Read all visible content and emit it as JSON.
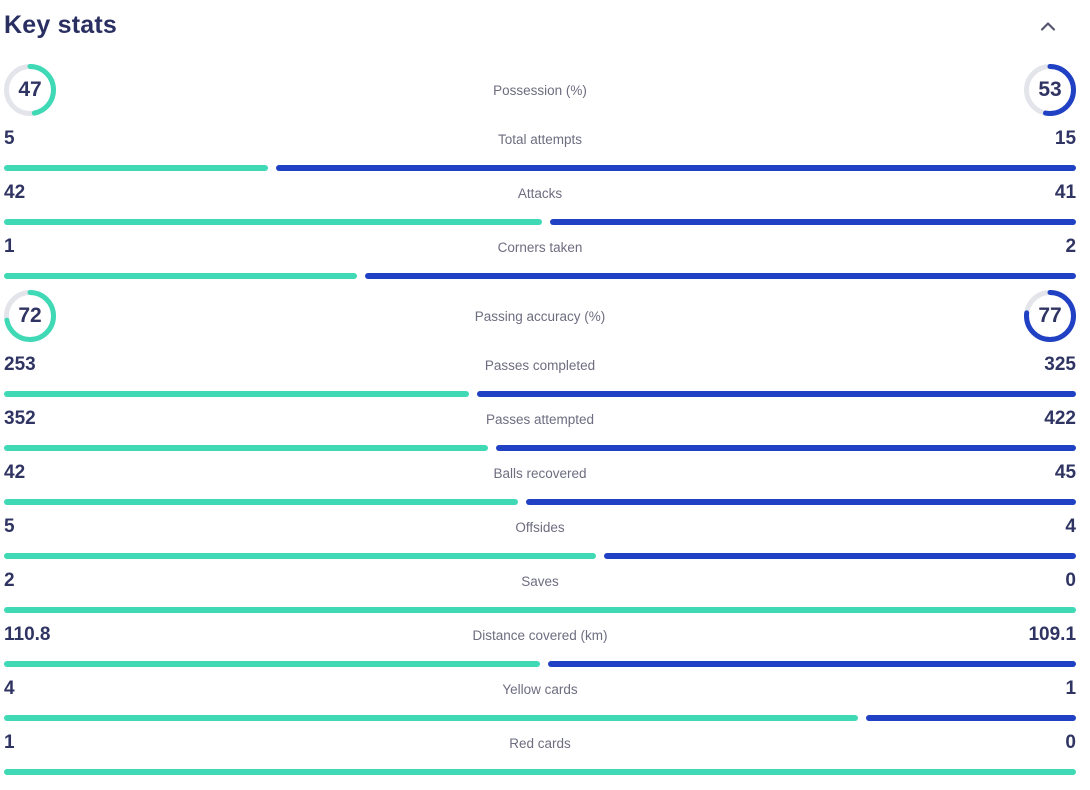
{
  "header": {
    "title": "Key stats",
    "collapse_icon": "chevron-up"
  },
  "colors": {
    "home": "#3fd9b6",
    "away": "#2041c4",
    "ring_track": "#e3e5ea",
    "value_text": "#303463",
    "title_text": "#2a2f62",
    "label_text": "#6d6d80",
    "chevron": "#565672"
  },
  "chart_data": {
    "type": "bar",
    "note": "head-to-head match stats, home (teal, left) vs away (blue, right); ring = circular percentage gauge, bar = proportional split bar",
    "series": [
      {
        "name": "home",
        "values": [
          47,
          5,
          42,
          1,
          72,
          253,
          352,
          42,
          5,
          2,
          110.8,
          4,
          1
        ]
      },
      {
        "name": "away",
        "values": [
          53,
          15,
          41,
          2,
          77,
          325,
          422,
          45,
          4,
          0,
          109.1,
          1,
          0
        ]
      }
    ],
    "categories": [
      "Possession (%)",
      "Total attempts",
      "Attacks",
      "Corners taken",
      "Passing accuracy (%)",
      "Passes completed",
      "Passes attempted",
      "Balls recovered",
      "Offsides",
      "Saves",
      "Distance covered (km)",
      "Yellow cards",
      "Red cards"
    ]
  },
  "stats": [
    {
      "label": "Possession (%)",
      "type": "ring",
      "home": 47,
      "away": 53
    },
    {
      "label": "Total attempts",
      "type": "bar",
      "home": 5,
      "away": 15
    },
    {
      "label": "Attacks",
      "type": "bar",
      "home": 42,
      "away": 41
    },
    {
      "label": "Corners taken",
      "type": "bar",
      "home": 1,
      "away": 2
    },
    {
      "label": "Passing accuracy (%)",
      "type": "ring",
      "home": 72,
      "away": 77
    },
    {
      "label": "Passes completed",
      "type": "bar",
      "home": 253,
      "away": 325
    },
    {
      "label": "Passes attempted",
      "type": "bar",
      "home": 352,
      "away": 422
    },
    {
      "label": "Balls recovered",
      "type": "bar",
      "home": 42,
      "away": 45
    },
    {
      "label": "Offsides",
      "type": "bar",
      "home": 5,
      "away": 4
    },
    {
      "label": "Saves",
      "type": "bar",
      "home": 2,
      "away": 0
    },
    {
      "label": "Distance covered (km)",
      "type": "bar",
      "home": 110.8,
      "away": 109.1
    },
    {
      "label": "Yellow cards",
      "type": "bar",
      "home": 4,
      "away": 1
    },
    {
      "label": "Red cards",
      "type": "bar",
      "home": 1,
      "away": 0
    }
  ]
}
